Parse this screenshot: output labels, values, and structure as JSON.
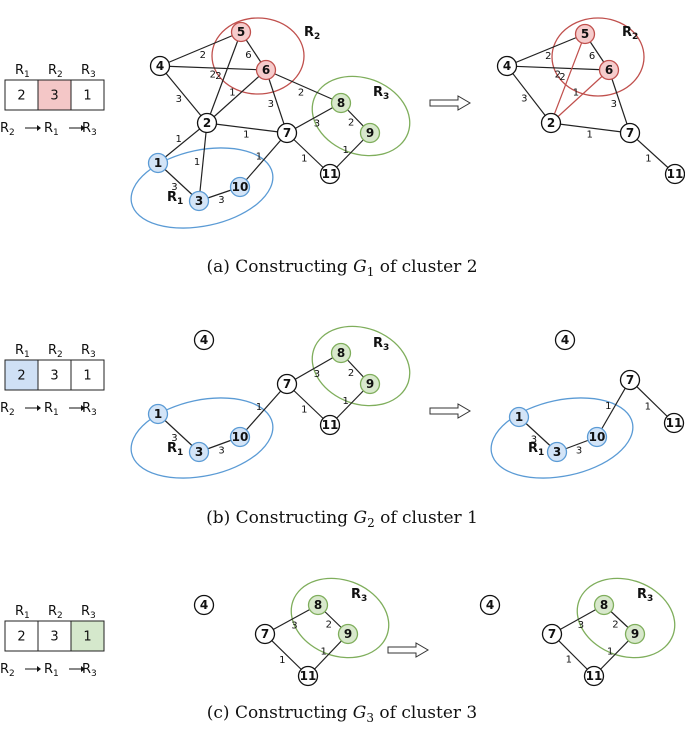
{
  "colors": {
    "red_fill": "#f6cccc",
    "red_stroke": "#c0504d",
    "green_fill": "#d8e8cc",
    "green_stroke": "#7fae5c",
    "blue_fill": "#d3e4f7",
    "blue_stroke": "#5b9bd5",
    "highlight_red": "#f4c7c7",
    "highlight_blue": "#cfe0f5",
    "highlight_green": "#d5e8cc"
  },
  "table_headers": [
    "R1",
    "R2",
    "R3"
  ],
  "order_line": [
    "R2",
    "R1",
    "R3"
  ],
  "panels": [
    {
      "id": "a",
      "caption_prefix": "(a) Constructing ",
      "caption_var": "G",
      "caption_sub": "1",
      "caption_suffix": " of cluster 2",
      "cells": [
        "2",
        "3",
        "1"
      ],
      "highlight": 1,
      "highlight_color": "#f4c7c7",
      "left_graph": {
        "nodes": [
          {
            "id": "1",
            "color": "blue"
          },
          {
            "id": "2",
            "color": "white"
          },
          {
            "id": "3",
            "color": "blue"
          },
          {
            "id": "4",
            "color": "white"
          },
          {
            "id": "5",
            "color": "red"
          },
          {
            "id": "6",
            "color": "red"
          },
          {
            "id": "7",
            "color": "white"
          },
          {
            "id": "8",
            "color": "green"
          },
          {
            "id": "9",
            "color": "green"
          },
          {
            "id": "10",
            "color": "blue"
          },
          {
            "id": "11",
            "color": "white"
          }
        ],
        "edges": [
          {
            "a": "4",
            "b": "5",
            "w": "2"
          },
          {
            "a": "4",
            "b": "6",
            "w": "2"
          },
          {
            "a": "4",
            "b": "2",
            "w": "3"
          },
          {
            "a": "5",
            "b": "6",
            "w": "6"
          },
          {
            "a": "5",
            "b": "2",
            "w": "2"
          },
          {
            "a": "6",
            "b": "2",
            "w": "1"
          },
          {
            "a": "6",
            "b": "7",
            "w": "3"
          },
          {
            "a": "6",
            "b": "8",
            "w": "2"
          },
          {
            "a": "2",
            "b": "7",
            "w": "1"
          },
          {
            "a": "2",
            "b": "1",
            "w": "1"
          },
          {
            "a": "2",
            "b": "3",
            "w": "1"
          },
          {
            "a": "7",
            "b": "8",
            "w": "3"
          },
          {
            "a": "7",
            "b": "10",
            "w": "1"
          },
          {
            "a": "7",
            "b": "11",
            "w": "1"
          },
          {
            "a": "8",
            "b": "9",
            "w": "2"
          },
          {
            "a": "9",
            "b": "11",
            "w": "1"
          },
          {
            "a": "1",
            "b": "3",
            "w": "3"
          },
          {
            "a": "3",
            "b": "10",
            "w": "3"
          }
        ],
        "regions": [
          {
            "label": "R2",
            "color": "red"
          },
          {
            "label": "R3",
            "color": "green"
          },
          {
            "label": "R1",
            "color": "blue"
          }
        ]
      },
      "right_graph": {
        "nodes": [
          {
            "id": "4",
            "color": "white"
          },
          {
            "id": "5",
            "color": "red"
          },
          {
            "id": "6",
            "color": "red"
          },
          {
            "id": "2",
            "color": "white"
          },
          {
            "id": "7",
            "color": "white"
          },
          {
            "id": "11",
            "color": "white"
          }
        ],
        "edges": [
          {
            "a": "4",
            "b": "5",
            "w": "2"
          },
          {
            "a": "4",
            "b": "6",
            "w": "2"
          },
          {
            "a": "4",
            "b": "2",
            "w": "3"
          },
          {
            "a": "5",
            "b": "6",
            "w": "6"
          },
          {
            "a": "5",
            "b": "2",
            "w": "2",
            "red": true
          },
          {
            "a": "6",
            "b": "2",
            "w": "1",
            "red": true
          },
          {
            "a": "6",
            "b": "7",
            "w": "3"
          },
          {
            "a": "2",
            "b": "7",
            "w": "1"
          },
          {
            "a": "7",
            "b": "11",
            "w": "1"
          }
        ],
        "regions": [
          {
            "label": "R2",
            "color": "red"
          }
        ]
      }
    },
    {
      "id": "b",
      "caption_prefix": "(b) Constructing ",
      "caption_var": "G",
      "caption_sub": "2",
      "caption_suffix": " of cluster 1",
      "cells": [
        "2",
        "3",
        "1"
      ],
      "highlight": 0,
      "highlight_color": "#cfe0f5",
      "left_graph": {
        "nodes": [
          {
            "id": "4",
            "color": "white"
          },
          {
            "id": "7",
            "color": "white"
          },
          {
            "id": "8",
            "color": "green"
          },
          {
            "id": "9",
            "color": "green"
          },
          {
            "id": "11",
            "color": "white"
          },
          {
            "id": "1",
            "color": "blue"
          },
          {
            "id": "3",
            "color": "blue"
          },
          {
            "id": "10",
            "color": "blue"
          }
        ],
        "edges": [
          {
            "a": "7",
            "b": "8",
            "w": "3"
          },
          {
            "a": "8",
            "b": "9",
            "w": "2"
          },
          {
            "a": "7",
            "b": "11",
            "w": "1"
          },
          {
            "a": "9",
            "b": "11",
            "w": "1"
          },
          {
            "a": "7",
            "b": "10",
            "w": "1"
          },
          {
            "a": "1",
            "b": "3",
            "w": "3"
          },
          {
            "a": "3",
            "b": "10",
            "w": "3"
          }
        ],
        "regions": [
          {
            "label": "R3",
            "color": "green"
          },
          {
            "label": "R1",
            "color": "blue"
          }
        ]
      },
      "right_graph": {
        "nodes": [
          {
            "id": "4",
            "color": "white"
          },
          {
            "id": "7",
            "color": "white"
          },
          {
            "id": "11",
            "color": "white"
          },
          {
            "id": "1",
            "color": "blue"
          },
          {
            "id": "3",
            "color": "blue"
          },
          {
            "id": "10",
            "color": "blue"
          }
        ],
        "edges": [
          {
            "a": "7",
            "b": "11",
            "w": "1"
          },
          {
            "a": "7",
            "b": "10",
            "w": "1"
          },
          {
            "a": "1",
            "b": "3",
            "w": "3"
          },
          {
            "a": "3",
            "b": "10",
            "w": "3"
          }
        ],
        "regions": [
          {
            "label": "R1",
            "color": "blue"
          }
        ]
      }
    },
    {
      "id": "c",
      "caption_prefix": "(c) Constructing ",
      "caption_var": "G",
      "caption_sub": "3",
      "caption_suffix": " of cluster 3",
      "cells": [
        "2",
        "3",
        "1"
      ],
      "highlight": 2,
      "highlight_color": "#d5e8cc",
      "left_graph": {
        "nodes": [
          {
            "id": "4",
            "color": "white"
          },
          {
            "id": "7",
            "color": "white"
          },
          {
            "id": "8",
            "color": "green"
          },
          {
            "id": "9",
            "color": "green"
          },
          {
            "id": "11",
            "color": "white"
          }
        ],
        "edges": [
          {
            "a": "7",
            "b": "8",
            "w": "3"
          },
          {
            "a": "8",
            "b": "9",
            "w": "2"
          },
          {
            "a": "7",
            "b": "11",
            "w": "1"
          },
          {
            "a": "9",
            "b": "11",
            "w": "1"
          }
        ],
        "regions": [
          {
            "label": "R3",
            "color": "green"
          }
        ]
      },
      "right_graph": {
        "nodes": [
          {
            "id": "4",
            "color": "white"
          },
          {
            "id": "7",
            "color": "white"
          },
          {
            "id": "8",
            "color": "green"
          },
          {
            "id": "9",
            "color": "green"
          },
          {
            "id": "11",
            "color": "white"
          }
        ],
        "edges": [
          {
            "a": "7",
            "b": "8",
            "w": "3"
          },
          {
            "a": "8",
            "b": "9",
            "w": "2"
          },
          {
            "a": "7",
            "b": "11",
            "w": "1"
          },
          {
            "a": "9",
            "b": "11",
            "w": "1"
          }
        ],
        "regions": [
          {
            "label": "R3",
            "color": "green"
          }
        ]
      }
    }
  ]
}
